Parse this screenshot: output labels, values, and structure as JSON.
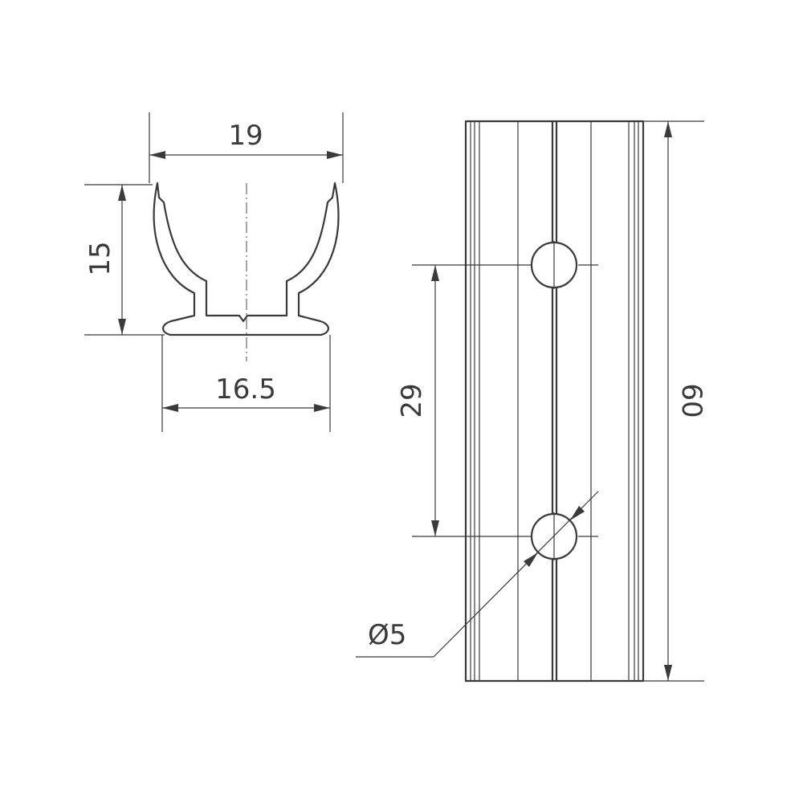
{
  "drawing": {
    "dimensions": {
      "width_top": "19",
      "height_left": "15",
      "width_base": "16.5",
      "hole_spacing": "29",
      "length": "60",
      "hole_diameter": "Ø5"
    },
    "colors": {
      "line": "#3a3a3a",
      "background": "#ffffff"
    }
  }
}
